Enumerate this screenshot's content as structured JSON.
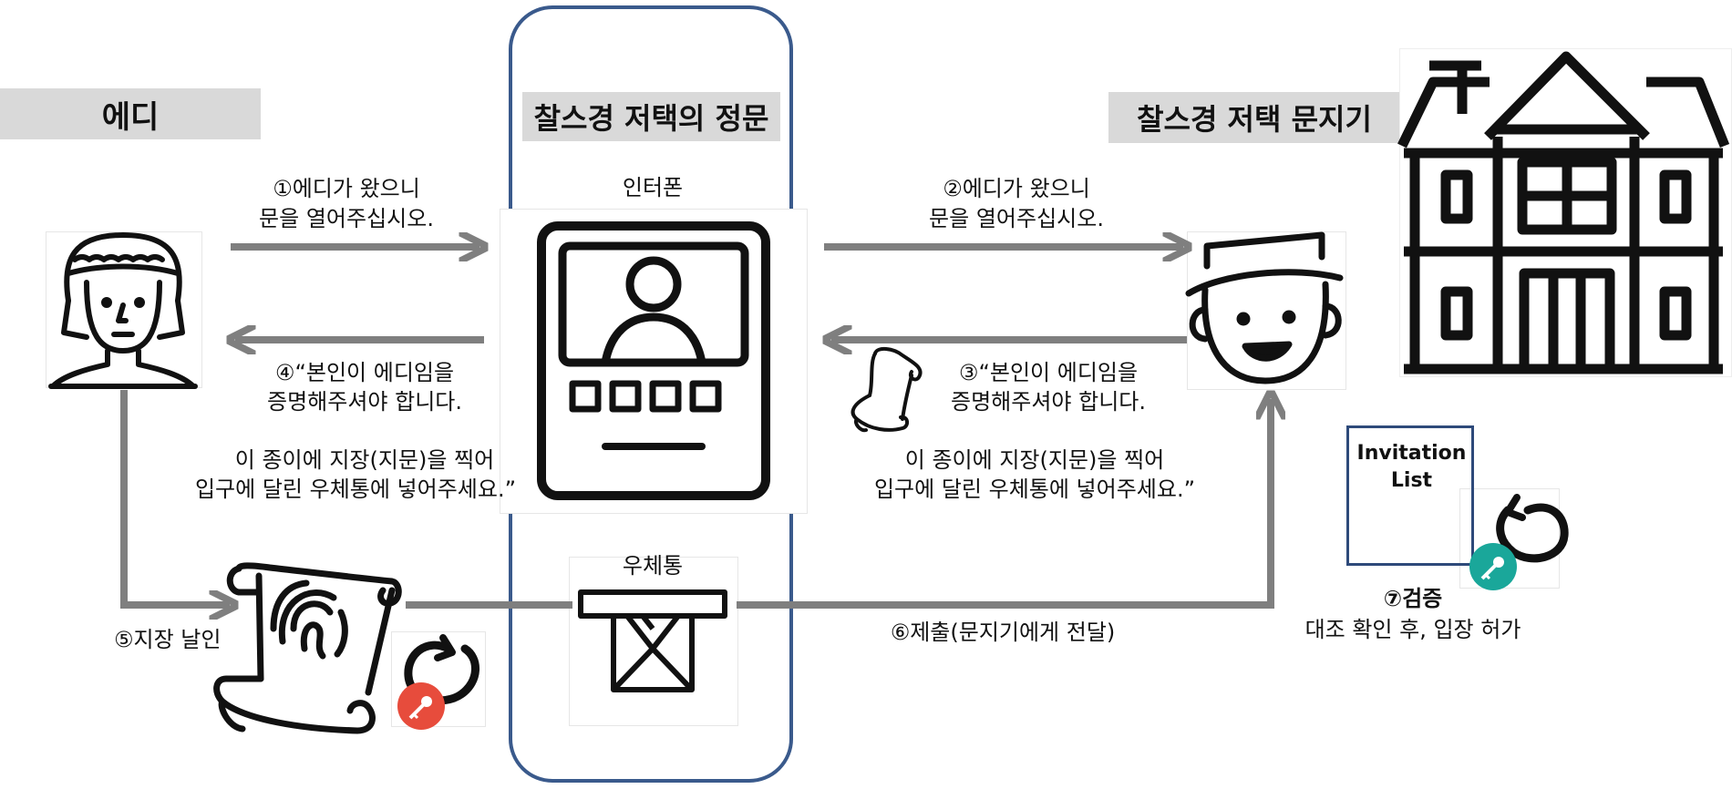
{
  "headers": {
    "eddy": "에디",
    "gate": "찰스경 저택의 정문",
    "gatekeeper": "찰스경 저택 문지기"
  },
  "labels": {
    "intercom": "인터폰",
    "mailbox": "우체통",
    "invitation_list": "Invitation List"
  },
  "steps": {
    "s1_line1": "①에디가 왔으니",
    "s1_line2": "문을 열어주십시오.",
    "s2_line1": "②에디가 왔으니",
    "s2_line2": "문을 열어주십시오.",
    "s4_line1": "④“본인이 에디임을",
    "s4_line2": "증명해주셔야 합니다.",
    "s4_line3": "이 종이에 지장(지문)을 찍어",
    "s4_line4": "입구에 달린 우체통에 넣어주세요.”",
    "s3_line1": "③“본인이 에디임을",
    "s3_line2": "증명해주셔야 합니다.",
    "s3_line3": "이 종이에 지장(지문)을 찍어",
    "s3_line4": "입구에 달린 우체통에 넣어주세요.”",
    "s5": "⑤지장 날인",
    "s6": "⑥제출(문지기에게 전달)",
    "s7_title": "⑦검증",
    "s7_desc": "대조 확인 후, 입장 허가"
  },
  "colors": {
    "arrow": "#7f7f7f",
    "gate_border": "#3a5a8c",
    "header_bg": "#d9d9d9",
    "key_red": "#e74c3c",
    "key_teal": "#1aa79a",
    "invitation_border": "#2e4a7a"
  },
  "icons": {
    "eddy": "person-icon",
    "intercom": "intercom-icon",
    "gatekeeper": "doorman-icon",
    "mansion": "mansion-icon",
    "mailbox": "mailbox-icon",
    "fingerprint_scroll": "fingerprint-scroll-icon",
    "scroll": "scroll-icon",
    "key_red": "key-refresh-icon",
    "key_teal": "key-refresh-icon"
  }
}
